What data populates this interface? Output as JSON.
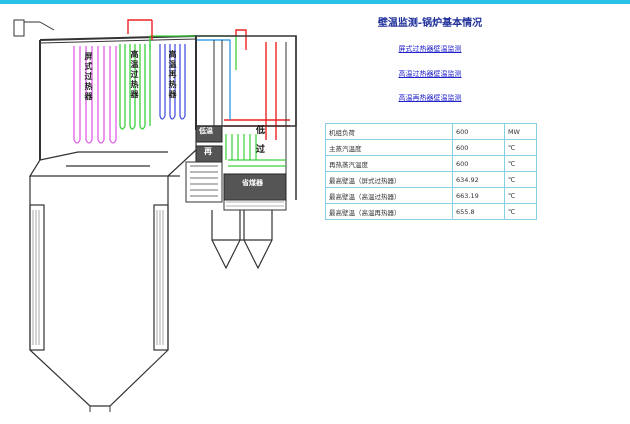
{
  "page": {
    "title": "壁温监测-锅炉基本情况",
    "links": [
      "屏式过热器壁温监测",
      "高温过热器壁温监测",
      "高温再热器壁温监测"
    ]
  },
  "params_table": {
    "rows": [
      {
        "name": "机组负荷",
        "value": "600",
        "unit": "MW"
      },
      {
        "name": "主蒸汽温度",
        "value": "600",
        "unit": "℃"
      },
      {
        "name": "再热蒸汽温度",
        "value": "600",
        "unit": "℃"
      },
      {
        "name": "最高壁温（屏式过热器）",
        "value": "634.92",
        "unit": "℃"
      },
      {
        "name": "最高壁温（高温过热器）",
        "value": "663.19",
        "unit": "℃"
      },
      {
        "name": "最高壁温（高温再热器）",
        "value": "655.8",
        "unit": "℃"
      }
    ]
  },
  "diagram": {
    "labels": {
      "platen_sh": "屏式过热器",
      "high_temp_sh": "高温过热器",
      "high_temp_rh": "高温再热器",
      "low_temp_rh": "低温",
      "tag_re": "再",
      "tag_low": "低",
      "tag_over": "过",
      "tag_economizer": "省煤器"
    },
    "colors": {
      "wall": "#3a3a3a",
      "platen_coil": "#e05ee6",
      "sh_coil": "#3ad23a",
      "rh_coil": "#4a55e0",
      "hot_pipe": "#ee2222",
      "duct": "#1d8fe6"
    }
  }
}
